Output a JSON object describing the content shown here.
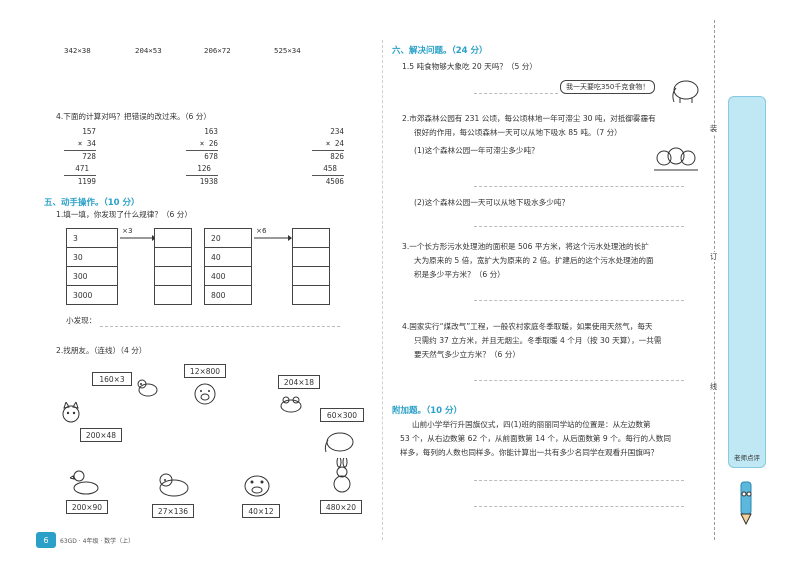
{
  "left": {
    "top_problems": [
      "342×38",
      "204×53",
      "206×72",
      "525×34"
    ],
    "q4": {
      "text": "4.下面的计算对吗？把错误的改过来。（6 分）",
      "calcs": [
        {
          "a": "157",
          "b": "×  34",
          "p1": "728",
          "p2": "471",
          "r": "1199"
        },
        {
          "a": "163",
          "b": "×  26",
          "p1": "678",
          "p2": "126",
          "r": "1938"
        },
        {
          "a": "234",
          "b": "×  24",
          "p1": "826",
          "p2": "458",
          "r": "4506"
        }
      ]
    },
    "sec5": {
      "title": "五、动手操作。（10 分）",
      "q1": "1.填一填，你发现了什么规律？（6 分）",
      "mult1": "×3",
      "mult2": "×6",
      "col1": [
        "3",
        "30",
        "300",
        "3000"
      ],
      "col2": [
        "20",
        "40",
        "400",
        "800"
      ],
      "found": "小发现：",
      "q2": "2.找朋友。（连线）（4 分）",
      "cards": [
        "160×3",
        "12×800",
        "204×18",
        "60×300",
        "200×48",
        "200×90",
        "27×136",
        "40×12",
        "480×20"
      ]
    },
    "footer": {
      "page": "6",
      "book": "63GD · 4年级 · 数学（上）"
    }
  },
  "right": {
    "sec6": {
      "title": "六、解决问题。（24 分）",
      "q1": "1.5 吨食物够大象吃 20 天吗？（5 分）",
      "bubble": "我一天要吃350千克食物！",
      "q2_l1": "2.市郊森林公园有 231 公顷，每公顷林地一年可滞尘 30 吨，对抵御雾霾有",
      "q2_l2": "很好的作用，每公顷森林一天可以从地下吸水 85 吨。（7 分）",
      "q2_a": "(1)这个森林公园一年可滞尘多少吨？",
      "q2_b": "(2)这个森林公园一天可以从地下吸水多少吨？",
      "q3_l1": "3.一个长方形污水处理池的面积是 506 平方米，将这个污水处理池的长扩",
      "q3_l2": "大为原来的 5 倍，宽扩大为原来的 2 倍。扩建后的这个污水处理池的面",
      "q3_l3": "积是多少平方米？（6 分）",
      "q4_l1": "4.国家实行“煤改气”工程，一般农村家庭冬季取暖，如果使用天然气，每天",
      "q4_l2": "只需约 37 立方米，并且无烟尘。冬季取暖 4 个月（按 30 天算），一共需",
      "q4_l3": "要天然气多少立方米？（6 分）"
    },
    "extra": {
      "title": "附加题。（10 分）",
      "l1": "山前小学举行升国旗仪式，四(1)班的丽丽同学站的位置是：从左边数第",
      "l2": "53 个，从右边数第 62 个，从前面数第 14 个，从后面数第 9 个。每行的人数同",
      "l3": "样多，每列的人数也同样多。你能计算出一共有多少名同学在观看升国旗吗？"
    },
    "sidebar": {
      "binding": [
        "装",
        "订",
        "线"
      ],
      "teacher": "老师点评"
    }
  }
}
